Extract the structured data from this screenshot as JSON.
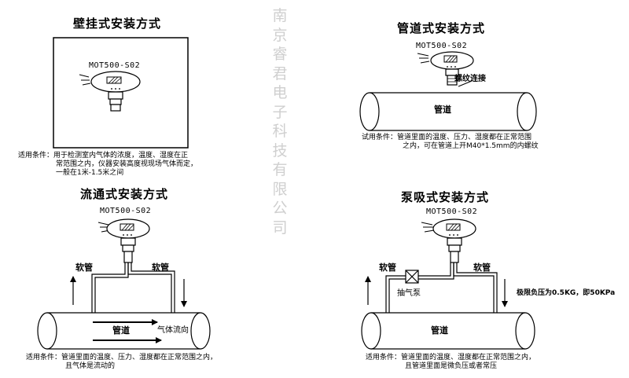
{
  "watermark": "南京睿君电子科技有限公司",
  "wall": {
    "title": "壁挂式安装方式",
    "model": "MOT500-S02",
    "note_line1": "适用条件：用于检测室内气体的浓度，温度、湿度在正",
    "note_line2": "常范围之内，仪器安装高度视现场气体而定，",
    "note_line3": "一般在1米-1.5米之间"
  },
  "pipe": {
    "title": "管道式安装方式",
    "model": "MOT500-S02",
    "thread_label": "螺纹连接",
    "pipe_label": "管道",
    "note_line1": "试用条件：管道里面的温度、压力、湿度都在正常范围",
    "note_line2": "之内，可在管道上开M40*1.5mm的内螺纹"
  },
  "flow": {
    "title": "流通式安装方式",
    "model": "MOT500-S02",
    "hose_left": "软管",
    "hose_right": "软管",
    "pipe_label": "管道",
    "flow_label": "气体流向",
    "note_line1": "适用条件：管道里面的温度、压力、湿度都在正常范围之内，",
    "note_line2": "且气体是流动的"
  },
  "pump": {
    "title": "泵吸式安装方式",
    "model": "MOT500-S02",
    "hose_left": "软管",
    "hose_right": "软管",
    "pump_label": "抽气泵",
    "pressure_label": "极限负压为0.5KG，即50KPa",
    "pipe_label": "管道",
    "note_line1": "适用条件：管道里面的温度、湿度都在正常范围之内，",
    "note_line2": "且管道里面是微负压或者常压"
  }
}
